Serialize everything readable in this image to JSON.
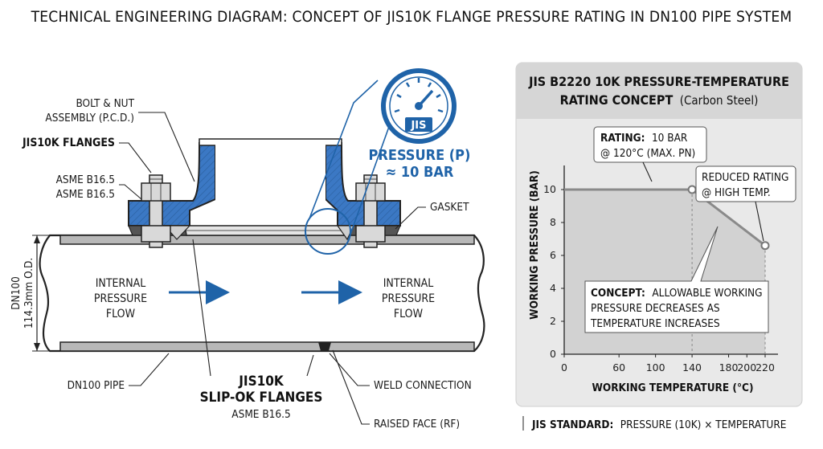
{
  "title": "TECHNICAL ENGINEERING DIAGRAM: CONCEPT OF JIS10K FLANGE PRESSURE RATING IN DN100 PIPE SYSTEM",
  "colors": {
    "flange_blue": "#3b78c4",
    "accent_blue": "#1f63a8",
    "panel_bg": "#e9e9e9",
    "panel_header": "#d6d6d6",
    "chart_area": "#d2d2d2"
  },
  "diagram": {
    "labels": {
      "bolt_nut_1": "BOLT & NUT",
      "bolt_nut_2": "ASSEMBLY (P.C.D.)",
      "jis10k_flanges": "JIS10K FLANGES",
      "asme_1": "ASME B16.5",
      "asme_2": "ASME B16.5",
      "gasket": "GASKET",
      "dn100": "DN100",
      "od": "114.3mm O.D.",
      "flow_left_1": "INTERNAL",
      "flow_left_2": "PRESSURE",
      "flow_left_3": "FLOW",
      "flow_right_1": "INTERNAL",
      "flow_right_2": "PRESSURE",
      "flow_right_3": "FLOW",
      "dn100_pipe": "DN100 PIPE",
      "slip_1": "JIS10K",
      "slip_2": "SLIP-OK FLANGES",
      "slip_3": "ASME B16.5",
      "weld": "WELD CONNECTION",
      "raised_face": "RAISED FACE (RF)",
      "pressure_1": "PRESSURE (P)",
      "pressure_2": "≈ 10 BAR",
      "gauge_text": "JIS"
    }
  },
  "panel": {
    "title_1": "JIS B2220 10K PRESSURE-TEMPERATURE",
    "title_2": "RATING CONCEPT",
    "title_2_suffix": "(Carbon Steel)",
    "callout_rating_bold": "RATING:",
    "callout_rating_1": "10 BAR",
    "callout_rating_2": "@ 120°C (MAX. PN)",
    "callout_reduced_1": "REDUCED RATING",
    "callout_reduced_2": "@ HIGH TEMP.",
    "concept_bold": "CONCEPT:",
    "concept_1": "ALLOWABLE WORKING",
    "concept_2": "PRESSURE DECREASES AS",
    "concept_3": "TEMPERATURE INCREASES",
    "footer_bold": "JIS STANDARD:",
    "footer_rest": "PRESSURE (10K) × TEMPERATURE"
  },
  "chart_data": {
    "type": "line",
    "xlabel": "WORKING TEMPERATURE (°C)",
    "ylabel": "WORKING PRESSURE (BAR)",
    "xlim": [
      0,
      220
    ],
    "ylim": [
      0,
      10
    ],
    "x_ticks": [
      0,
      60,
      100,
      140,
      180,
      200,
      220
    ],
    "y_ticks": [
      0,
      2,
      4,
      6,
      8,
      10
    ],
    "series": [
      {
        "x": [
          0,
          140,
          220
        ],
        "y": [
          10,
          10,
          6.6
        ]
      }
    ],
    "markers": [
      {
        "x": 140,
        "y": 10
      },
      {
        "x": 220,
        "y": 6.6
      }
    ],
    "grid": false
  }
}
